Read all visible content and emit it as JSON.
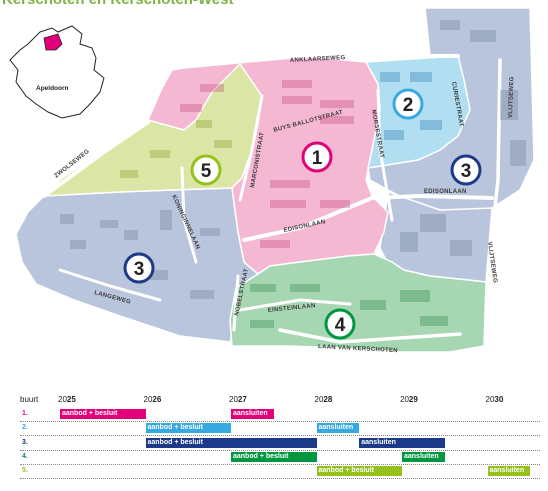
{
  "title": "Kerschoten en Kerschoten-West",
  "inset": {
    "label": "Apeldoorn"
  },
  "streets": {
    "anklaarseweg": "ANKLAARSEWEG",
    "buys_ballotstraat": "BUYS BALLOTSTRAAT",
    "marconistraat": "MARCONISTRAAT",
    "morsestraat": "MORSESTRAAT",
    "zwolseweg": "ZWOLSEWEG",
    "edisonlaan_1": "EDISONLAAN",
    "edisonlaan_2": "EDISONLAAN",
    "curiestraat": "CURIESTRAAT",
    "vlijtseweg_1": "VLIJTSEWEG",
    "vlijtseweg_2": "VLIJTSEWEG",
    "koninginnelaan": "KONINGINNELAAN",
    "nobelstraat": "NOBELSTRAAT",
    "langeweg": "LANGEWEG",
    "einsteinlaan": "EINSTEINLAAN",
    "laan_van_kerschoten": "LAAN VAN KERSCHOTEN"
  },
  "badges": [
    {
      "num": "1",
      "color": "#e2007a"
    },
    {
      "num": "2",
      "color": "#36a9e1"
    },
    {
      "num": "3",
      "color": "#1d3a8a"
    },
    {
      "num": "3",
      "color": "#1d3a8a"
    },
    {
      "num": "4",
      "color": "#009640"
    },
    {
      "num": "5",
      "color": "#95c11f"
    }
  ],
  "timeline": {
    "header_label": "buurt",
    "years": [
      {
        "prefix": "20",
        "suffix": "25"
      },
      {
        "prefix": "20",
        "suffix": "26"
      },
      {
        "prefix": "20",
        "suffix": "27"
      },
      {
        "prefix": "20",
        "suffix": "28"
      },
      {
        "prefix": "20",
        "suffix": "29"
      },
      {
        "prefix": "20",
        "suffix": "30"
      }
    ],
    "rows": [
      {
        "label": "1.",
        "color": "#e2007a",
        "bars": [
          {
            "text": "aanbod + besluit",
            "start": 2025.0,
            "end": 2026.0
          },
          {
            "text": "aansluiten",
            "start": 2027.0,
            "end": 2027.5
          }
        ]
      },
      {
        "label": "2.",
        "color": "#36a9e1",
        "bars": [
          {
            "text": "aanbod + besluit",
            "start": 2026.0,
            "end": 2027.0
          },
          {
            "text": "aansluiten",
            "start": 2028.0,
            "end": 2028.5
          }
        ]
      },
      {
        "label": "3.",
        "color": "#1d3a8a",
        "bars": [
          {
            "text": "aanbod + besluit",
            "start": 2026.0,
            "end": 2028.0
          },
          {
            "text": "aansluiten",
            "start": 2028.5,
            "end": 2029.5
          }
        ]
      },
      {
        "label": "4.",
        "color": "#009640",
        "bars": [
          {
            "text": "aanbod + besluit",
            "start": 2027.0,
            "end": 2028.0
          },
          {
            "text": "aansluiten",
            "start": 2029.0,
            "end": 2029.5
          }
        ]
      },
      {
        "label": "5.",
        "color": "#95c11f",
        "bars": [
          {
            "text": "aanbod + besluit",
            "start": 2028.0,
            "end": 2029.0
          },
          {
            "text": "aansluiten",
            "start": 2030.0,
            "end": 2030.5
          }
        ]
      }
    ]
  }
}
